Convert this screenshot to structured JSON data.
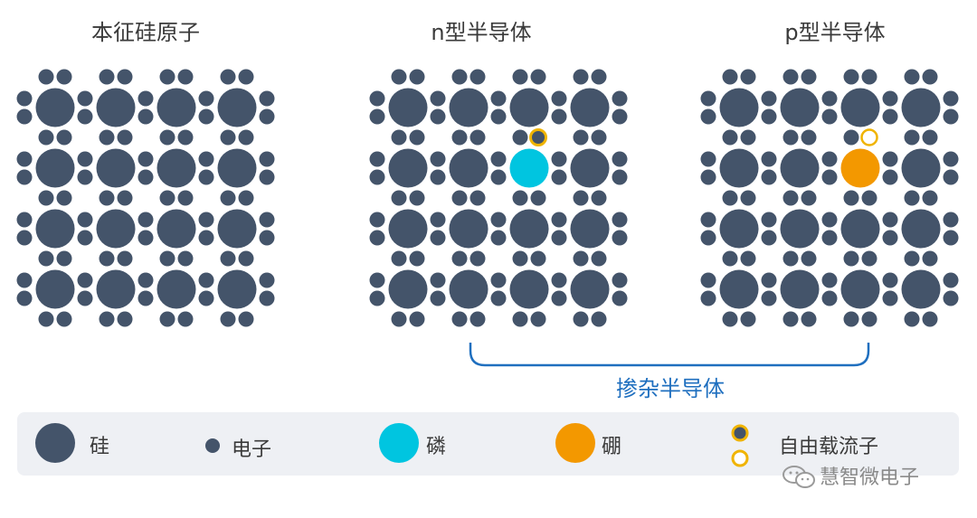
{
  "panels": [
    {
      "title": "本征硅原子",
      "special": null
    },
    {
      "title": "n型半导体",
      "special": "phosphorus"
    },
    {
      "title": "p型半导体",
      "special": "boron"
    }
  ],
  "doping_label": "掺杂半导体",
  "legend": {
    "silicon": "硅",
    "electron": "电子",
    "phosphorus": "磷",
    "boron": "硼",
    "carrier": "自由载流子"
  },
  "watermark": "慧智微电子",
  "colors": {
    "atom": "#44546a",
    "phosphorus": "#00c5e0",
    "boron": "#f39800",
    "carrier_ring": "#f0b400",
    "bracket": "#1f6fbf",
    "legend_bg": "#eef0f4"
  }
}
